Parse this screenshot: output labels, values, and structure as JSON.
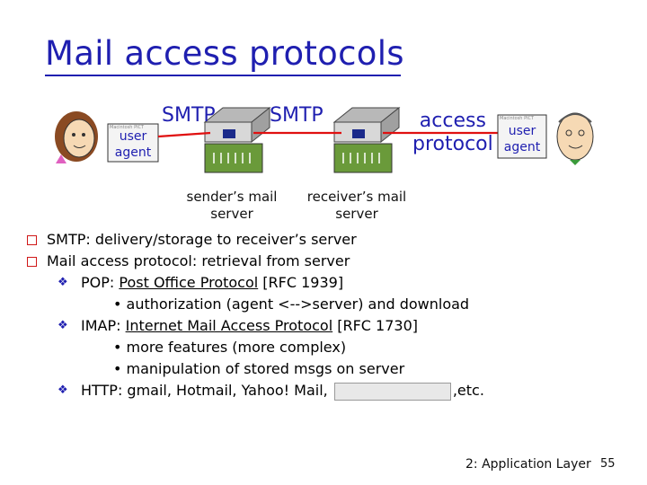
{
  "slide": {
    "title": "Mail access protocols",
    "footer": "2: Application Layer",
    "page_number": "55"
  },
  "diagram": {
    "smtp_label_1": "SMTP",
    "smtp_label_2": "SMTP",
    "access_label_line1": "access",
    "access_label_line2": "protocol",
    "user_agent_left": [
      "user",
      "agent"
    ],
    "user_agent_right": [
      "user",
      "agent"
    ],
    "sender_server_caption": [
      "sender’s mail",
      "server"
    ],
    "receiver_server_caption": [
      "receiver’s mail",
      "server"
    ]
  },
  "bullets": {
    "b1": "SMTP: delivery/storage to receiver’s server",
    "b2": "Mail access protocol: retrieval from server",
    "pop_prefix": "POP: ",
    "pop_link": "Post Office Protocol",
    "pop_rfc": " [RFC 1939]",
    "pop_sub": "• authorization (agent <-->server) and download",
    "imap_prefix": "IMAP: ",
    "imap_link": "Internet Mail Access Protocol",
    "imap_rfc": " [RFC 1730]",
    "imap_sub1": "• more features (more complex)",
    "imap_sub2": "• manipulation of stored msgs on server",
    "http_text": "HTTP: gmail, Hotmail, Yahoo! Mail, ",
    "http_suffix": ",etc."
  }
}
